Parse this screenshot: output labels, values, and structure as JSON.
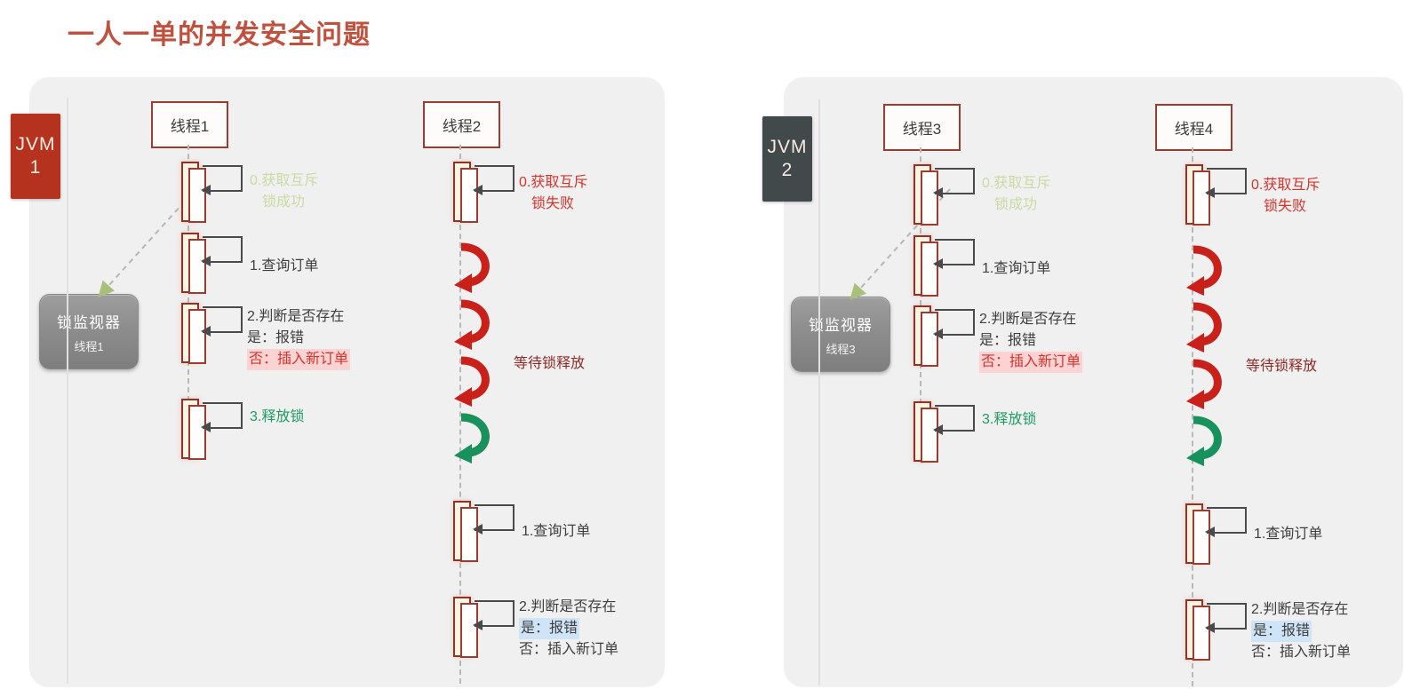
{
  "title": "一人一单的并发安全问题",
  "colors": {
    "jvm1_bg": "#b5321f",
    "jvm2_bg": "#41494a",
    "title": "#c0513e",
    "panel_bg": "#f0f0f0",
    "activation_border": "#9c3b2e",
    "success_text": "#c9dba2",
    "fail_text": "#d6332b",
    "release_text": "#1e9c63",
    "wait_text": "#8e2a26",
    "highlight_pink": "#fbd3d3",
    "highlight_blue": "#cfe4f7",
    "monitor_bg": "#8d8d8d"
  },
  "panels": [
    {
      "jvm": {
        "line1": "JVM",
        "line2": "1"
      },
      "monitor": {
        "title": "锁监视器",
        "sub": "线程1"
      },
      "holder_thread": {
        "box": "线程1"
      },
      "waiter_thread": {
        "box": "线程2"
      },
      "holder_steps": [
        {
          "text_lines": [
            "0.获取互斥",
            "锁成功"
          ],
          "style": "green"
        },
        {
          "text_lines": [
            "1.查询订单"
          ],
          "style": "plain"
        },
        {
          "text_lines": [
            "2.判断是否存在",
            "是：报错",
            "否：插入新订单"
          ],
          "style": "plain",
          "highlight": "pink",
          "highlight_line": 2
        },
        {
          "text_lines": [
            "3.释放锁"
          ],
          "style": "teal"
        }
      ],
      "waiter_steps": [
        {
          "text_lines": [
            "0.获取互斥",
            "锁失败"
          ],
          "style": "red"
        },
        {
          "text_lines": [
            "1.查询订单"
          ],
          "style": "plain"
        },
        {
          "text_lines": [
            "2.判断是否存在",
            "是：报错",
            "否：插入新订单"
          ],
          "style": "plain",
          "highlight": "blue",
          "highlight_line": 1
        }
      ],
      "wait_label": "等待锁释放"
    },
    {
      "jvm": {
        "line1": "JVM",
        "line2": "2"
      },
      "monitor": {
        "title": "锁监视器",
        "sub": "线程3"
      },
      "holder_thread": {
        "box": "线程3"
      },
      "waiter_thread": {
        "box": "线程4"
      },
      "holder_steps": [
        {
          "text_lines": [
            "0.获取互斥",
            "锁成功"
          ],
          "style": "green"
        },
        {
          "text_lines": [
            "1.查询订单"
          ],
          "style": "plain"
        },
        {
          "text_lines": [
            "2.判断是否存在",
            "是：报错",
            "否：插入新订单"
          ],
          "style": "plain",
          "highlight": "pink",
          "highlight_line": 2
        },
        {
          "text_lines": [
            "3.释放锁"
          ],
          "style": "teal"
        }
      ],
      "waiter_steps": [
        {
          "text_lines": [
            "0.获取互斥",
            "锁失败"
          ],
          "style": "red"
        },
        {
          "text_lines": [
            "1.查询订单"
          ],
          "style": "plain"
        },
        {
          "text_lines": [
            "2.判断是否存在",
            "是：报错",
            "否：插入新订单"
          ],
          "style": "plain",
          "highlight": "blue",
          "highlight_line": 1
        }
      ],
      "wait_label": "等待锁释放"
    }
  ],
  "labels": {
    "p0_holder_s0_l0": "0.获取互斥",
    "p0_holder_s0_l1": "锁成功",
    "p0_holder_s1_l0": "1.查询订单",
    "p0_holder_s2_l0": "2.判断是否存在",
    "p0_holder_s2_l1": "是：报错",
    "p0_holder_s2_l2": "否：插入新订单",
    "p0_holder_s3_l0": "3.释放锁",
    "p0_waiter_s0_l0": "0.获取互斥",
    "p0_waiter_s0_l1": "锁失败",
    "p0_wait": "等待锁释放",
    "p0_waiter_s1_l0": "1.查询订单",
    "p0_waiter_s2_l0": "2.判断是否存在",
    "p0_waiter_s2_l1": "是：报错",
    "p0_waiter_s2_l2": "否：插入新订单",
    "p1_holder_s0_l0": "0.获取互斥",
    "p1_holder_s0_l1": "锁成功",
    "p1_holder_s1_l0": "1.查询订单",
    "p1_holder_s2_l0": "2.判断是否存在",
    "p1_holder_s2_l1": "是：报错",
    "p1_holder_s2_l2": "否：插入新订单",
    "p1_holder_s3_l0": "3.释放锁",
    "p1_waiter_s0_l0": "0.获取互斥",
    "p1_waiter_s0_l1": "锁失败",
    "p1_wait": "等待锁释放",
    "p1_waiter_s1_l0": "1.查询订单",
    "p1_waiter_s2_l0": "2.判断是否存在",
    "p1_waiter_s2_l1": "是：报错",
    "p1_waiter_s2_l2": "否：插入新订单"
  }
}
